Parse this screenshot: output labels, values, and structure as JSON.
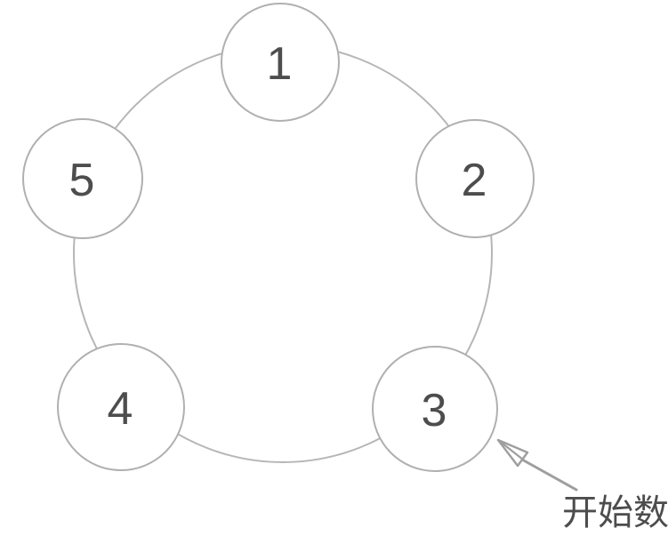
{
  "diagram": {
    "kind": "circular-number-ring",
    "nodes": [
      {
        "label": "1"
      },
      {
        "label": "2"
      },
      {
        "label": "3"
      },
      {
        "label": "4"
      },
      {
        "label": "5"
      }
    ],
    "annotation": {
      "label": "开始数",
      "points_to_node": "3"
    },
    "icons": {
      "arrow": "arrow-pointer-icon"
    }
  },
  "colors": {
    "background": "#ffffff",
    "ring_stroke": "#b6b6b6",
    "node_stroke": "#b0b0b0",
    "node_fill": "#ffffff",
    "number_color": "#4d4d4d",
    "arrow_color": "#9e9e9e",
    "annotation_color": "#4d4d4d"
  }
}
